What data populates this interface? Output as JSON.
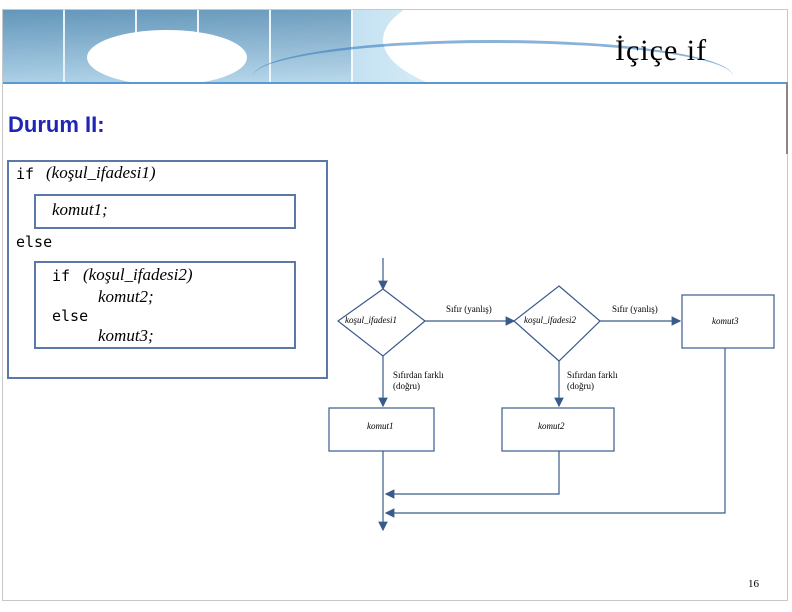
{
  "slide": {
    "title": "İçiçe if",
    "heading": "Durum II:",
    "page_number": "16"
  },
  "code": {
    "line1_kw": "if",
    "line1_expr": "(koşul_ifadesi1)",
    "stmt1": "komut1;",
    "else1": "else",
    "line4_kw": "if",
    "line4_expr": "(koşul_ifadesi2)",
    "stmt2": "komut2;",
    "else2": "else",
    "stmt3": "komut3;"
  },
  "flowchart": {
    "decision1": "koşul_ifadesi1",
    "decision2": "koşul_ifadesi2",
    "false1": "Sıfır (yanlış)",
    "false2": "Sıfır (yanlış)",
    "true1_line1": "Sıfırdan farklı",
    "true1_line2": "(doğru)",
    "true2_line1": "Sıfırdan farklı",
    "true2_line2": "(doğru)",
    "box1": "komut1",
    "box2": "komut2",
    "box3": "komut3"
  },
  "colors": {
    "heading": "#1f25b5",
    "box_border": "#5c78a8",
    "banner_accent": "#5a9ad0"
  }
}
